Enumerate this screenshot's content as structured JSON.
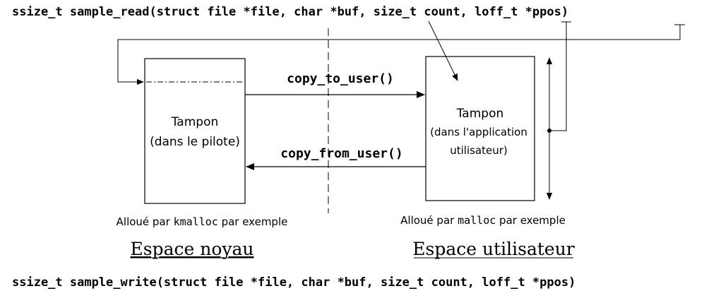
{
  "signatures": {
    "read": "ssize_t sample_read(struct file *file, char *buf, size_t count, loff_t *ppos)",
    "write": "ssize_t sample_write(struct file *file, char *buf, size_t count, loff_t *ppos)"
  },
  "kernel": {
    "buffer_line1": "Tampon",
    "buffer_line2": "(dans le pilote)",
    "alloc_prefix": "Alloué par ",
    "alloc_func": "kmalloc",
    "alloc_suffix": " par exemple",
    "space_title": "Espace noyau"
  },
  "user": {
    "buffer_line1": "Tampon",
    "buffer_line2": "(dans l'application",
    "buffer_line3": "utilisateur)",
    "alloc_prefix": "Alloué par ",
    "alloc_func": "malloc",
    "alloc_suffix": " par exemple",
    "space_title": "Espace utilisateur"
  },
  "arrows": {
    "to_user": "copy_to_user()",
    "from_user": "copy_from_user()"
  }
}
